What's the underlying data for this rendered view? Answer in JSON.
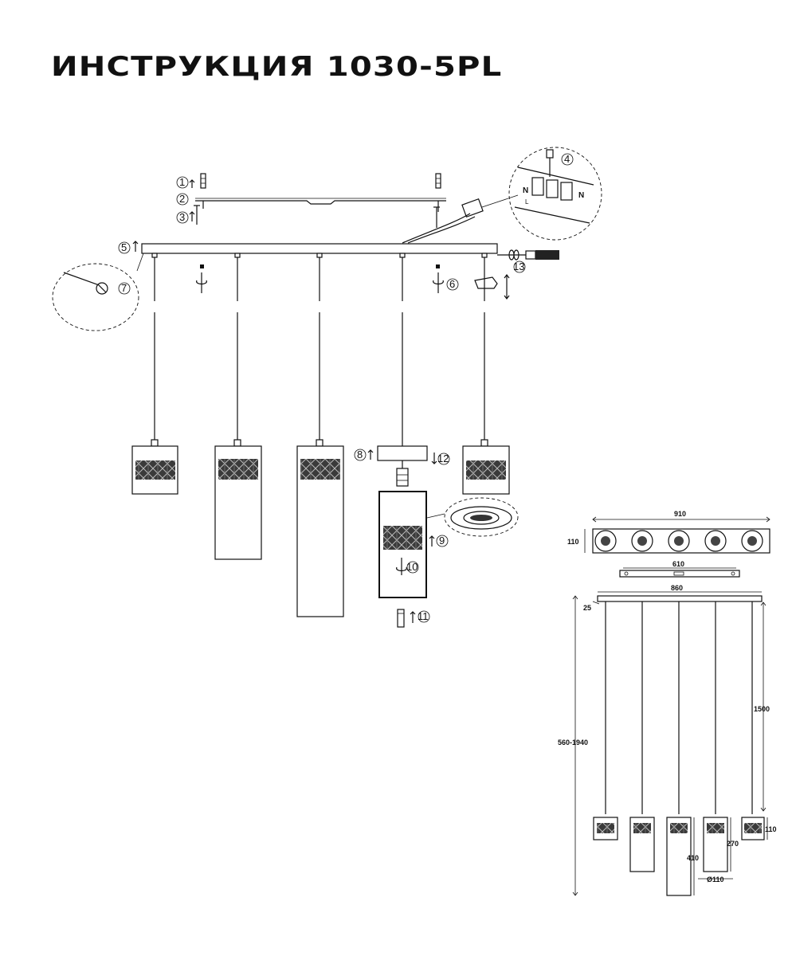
{
  "title": "ИНСТРУКЦИЯ 1030-5PL",
  "steps": [
    "1",
    "2",
    "3",
    "4",
    "5",
    "6",
    "7",
    "8",
    "9",
    "10",
    "11",
    "12",
    "13"
  ],
  "dimensions": {
    "canopy_width": "910",
    "canopy_depth": "110",
    "bracket_length": "610",
    "bar_length": "860",
    "bar_offset": "25",
    "total_height": "560-1940",
    "cable_length": "1500",
    "shade_short": "110",
    "shade_mid": "270",
    "shade_long": "410",
    "shade_diameter": "Ø110"
  }
}
